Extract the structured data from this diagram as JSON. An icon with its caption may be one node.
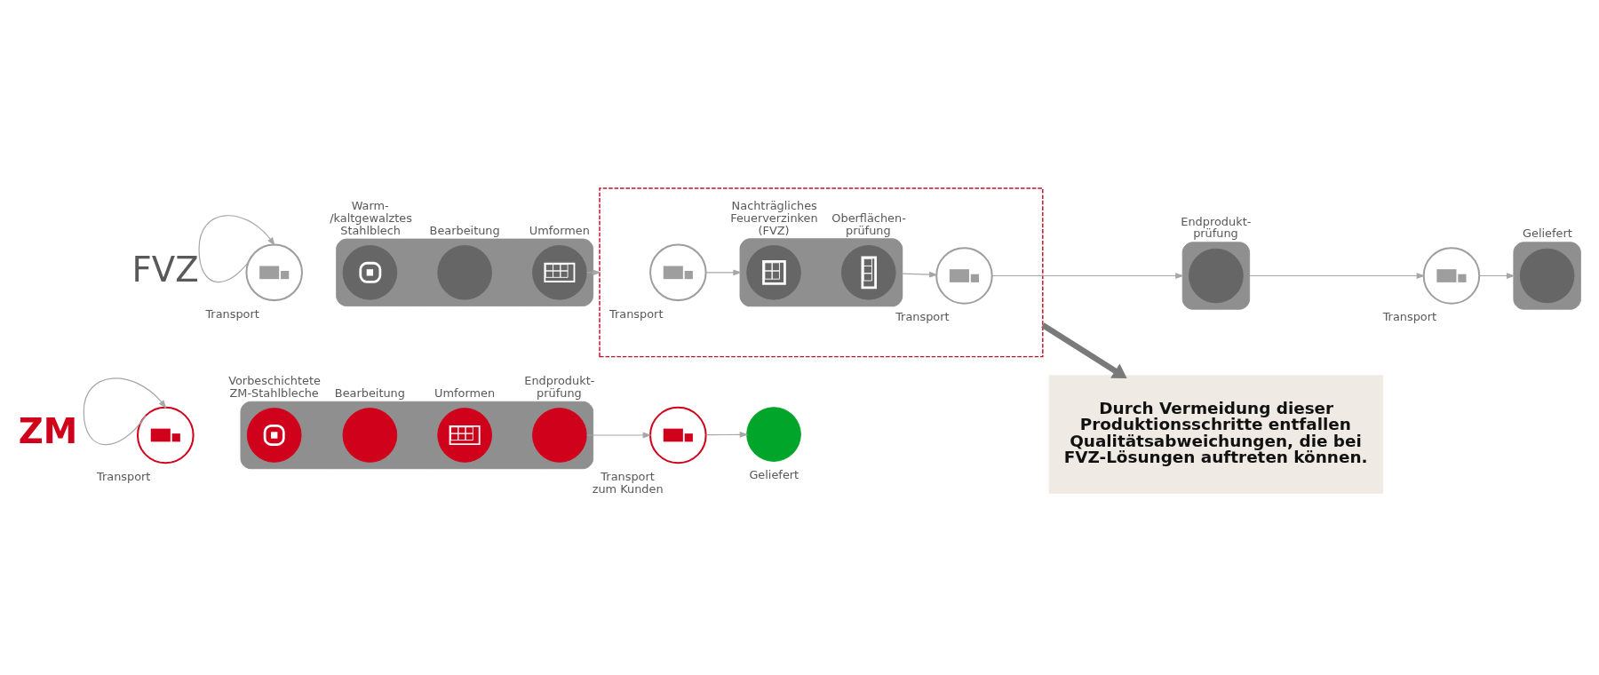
{
  "diagram": {
    "nodes": [
      {
        "text": [
          "Transport"
        ]
      },
      {
        "text": [],
        "shape": "box"
      },
      {
        "text": [
          "Warm- /kaltgewalztes Stahlblech"
        ],
        "in": 1
      },
      {
        "text": [
          "Bearbeitung"
        ],
        "in": 1
      },
      {
        "text": [
          "Umformen"
        ],
        "in": 1
      },
      {
        "text": [],
        "shape": "box"
      },
      {
        "text": [
          "Transport"
        ],
        "in": 5
      },
      {
        "text": [],
        "shape": "box",
        "in": 5
      },
      {
        "text": [
          "Nachträgliches Feuerverzinken (FVZ)"
        ],
        "in": 7
      },
      {
        "text": [
          "Oberflächen- prüfung"
        ],
        "in": 7
      },
      {
        "text": [
          "Transport"
        ],
        "in": 5
      },
      {
        "text": [],
        "shape": "box"
      },
      {
        "text": [
          "Endprodukt- prüfung"
        ],
        "in": 11
      },
      {
        "text": [
          "Transport"
        ]
      },
      {
        "text": [],
        "shape": "box"
      },
      {
        "text": [
          "Geliefert"
        ],
        "in": 14
      },
      {
        "text": [
          "Transport"
        ]
      },
      {
        "text": [],
        "shape": "box"
      },
      {
        "text": [
          "Vorbeschichtete ZM-Stahlbleche"
        ],
        "in": 17
      },
      {
        "text": [
          "Bearbeitung"
        ],
        "in": 17
      },
      {
        "text": [
          "Umformen"
        ],
        "in": 17
      },
      {
        "text": [
          "Endprodukt- prüfung"
        ],
        "in": 17
      },
      {
        "text": [
          "Transport zum Kunden"
        ]
      },
      {
        "text": [
          "Geliefert"
        ]
      },
      {
        "text": [
          "Durch Vermeidung dieser Produktionsschritte entfallen Qualitätsabweichungen, die bei FVZ-Lösungen auftreten können."
        ]
      }
    ],
    "edges": [
      {
        "from": 0,
        "to": 0,
        "arrow": "to"
      },
      {
        "from": 4,
        "to": 5,
        "arrow": "to"
      },
      {
        "from": 6,
        "to": 7,
        "arrow": "to"
      },
      {
        "from": 7,
        "to": 10,
        "arrow": "to"
      },
      {
        "from": 10,
        "to": 11,
        "arrow": "to"
      },
      {
        "from": 11,
        "to": 13,
        "arrow": "to"
      },
      {
        "from": 13,
        "to": 14,
        "arrow": "to"
      },
      {
        "from": 5,
        "to": 24,
        "arrow": "to",
        "style": "thick",
        "color": "#7a7a7a"
      },
      {
        "from": 16,
        "to": 16,
        "arrow": "to"
      },
      {
        "from": 21,
        "to": 22,
        "arrow": "to"
      },
      {
        "from": 22,
        "to": 23,
        "arrow": "to"
      }
    ],
    "labels": [
      "FVZ",
      "ZM"
    ]
  }
}
